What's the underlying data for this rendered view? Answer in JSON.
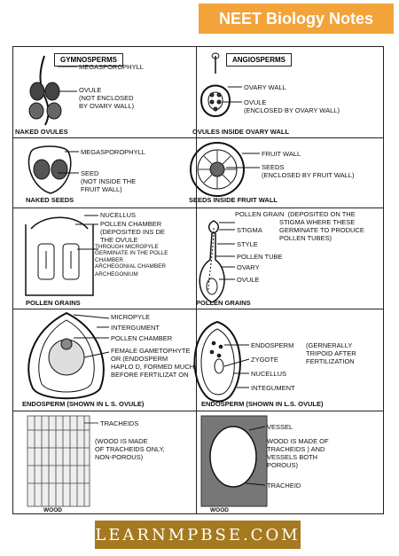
{
  "badge": "NEET Biology Notes",
  "footer": "LEARNMPBSE.COM",
  "headers": {
    "gymno": "GYMNOSPERMS",
    "angio": "ANGIOSPERMS"
  },
  "r1": {
    "megasporophyll": "MEGASPOROPHYLL",
    "ovule_left": "OVULE\n(NOT ENCLOSED\nBY OVARY WALL)",
    "cap_left": "NAKED OVULES",
    "ovary_wall": "OVARY WALL",
    "ovule_right": "OVULE\n(ENCLOSED BY OVARY WALL)",
    "cap_right": "OVULES INSIDE OVARY WALL"
  },
  "r2": {
    "megasporophyll": "MEGASPOROPHYLL",
    "seed_left": "SEED\n(NOT INSIDE THE\nFRUIT WALL)",
    "cap_left": "NAKED SEEDS",
    "fruit_wall": "FRUIT WALL",
    "seeds_right": "SEEDS\n(ENCLOSED BY FRUIT WALL)",
    "cap_right": "SEEDS INSIDE FRUIT WALL"
  },
  "r3": {
    "nucellus": "NUCELLUS",
    "pollen_chamber": "POLLEN CHAMBER\n(DEPOSITED INS DE\nTHE OVULE",
    "through": "THROUGH MICROPYLE\nGERMINATE IN THE POLLE\nCHAMBER\nARCHEGONIAL CHAMBER",
    "archegonium": "ARCHEGONIUM",
    "cap_left": "POLLEN GRAINS",
    "pollen_grain": "POLLEN GRAIN  (DEPOSITED ON THE\n                        STIGMA WHERE THESE\n                        GERMINATE TO PRODUCE\n                        POLLEN TUBES)",
    "stigma": "STIGMA",
    "style": "STYLE",
    "pollen_tube": "POLLEN TUBE",
    "ovary": "OVARY",
    "ovule": "OVULE",
    "cap_right": "POLLEN GRAINS"
  },
  "r4": {
    "micropyle": "MICROPYLE",
    "integument": "INTERGUMENT",
    "pollen_chamber": "POLLEN CHAMBER",
    "female": "FEMALE GAMETOPHYTE\nOR (ENDOSPERM\nHAPLO D, FORMED MUCH\nBEFORE FERTILIZAT ON",
    "cap_left": "ENDOSPERM (SHOWN IN L S. OVULE)",
    "endosperm": "ENDOSPERM",
    "gen": "(GERNERALLY\nTRIPOID AFTER\nFERTILIZATION",
    "zygote": "ZYGOTE",
    "nucellus": "NUCELLUS",
    "integument_r": "INTEGUMENT",
    "cap_right": "ENDOSPERM (SHOWN IN L.S. OVULE)"
  },
  "r5": {
    "tracheids": "TRACHEIDS",
    "wood_made_left": "(WOOD IS MADE\nOF TRACHEIDS ONLY,\nNON-POROUS)",
    "cap_left": "WOOD",
    "vessel": "VESSEL",
    "wood_made_right": "WOOD IS MADE OF\nTRACHEIDS ) AND\nVESSELS BOTH\nPOROUS)",
    "tracheid": "TRACHEID",
    "cap_right": "WOOD"
  }
}
